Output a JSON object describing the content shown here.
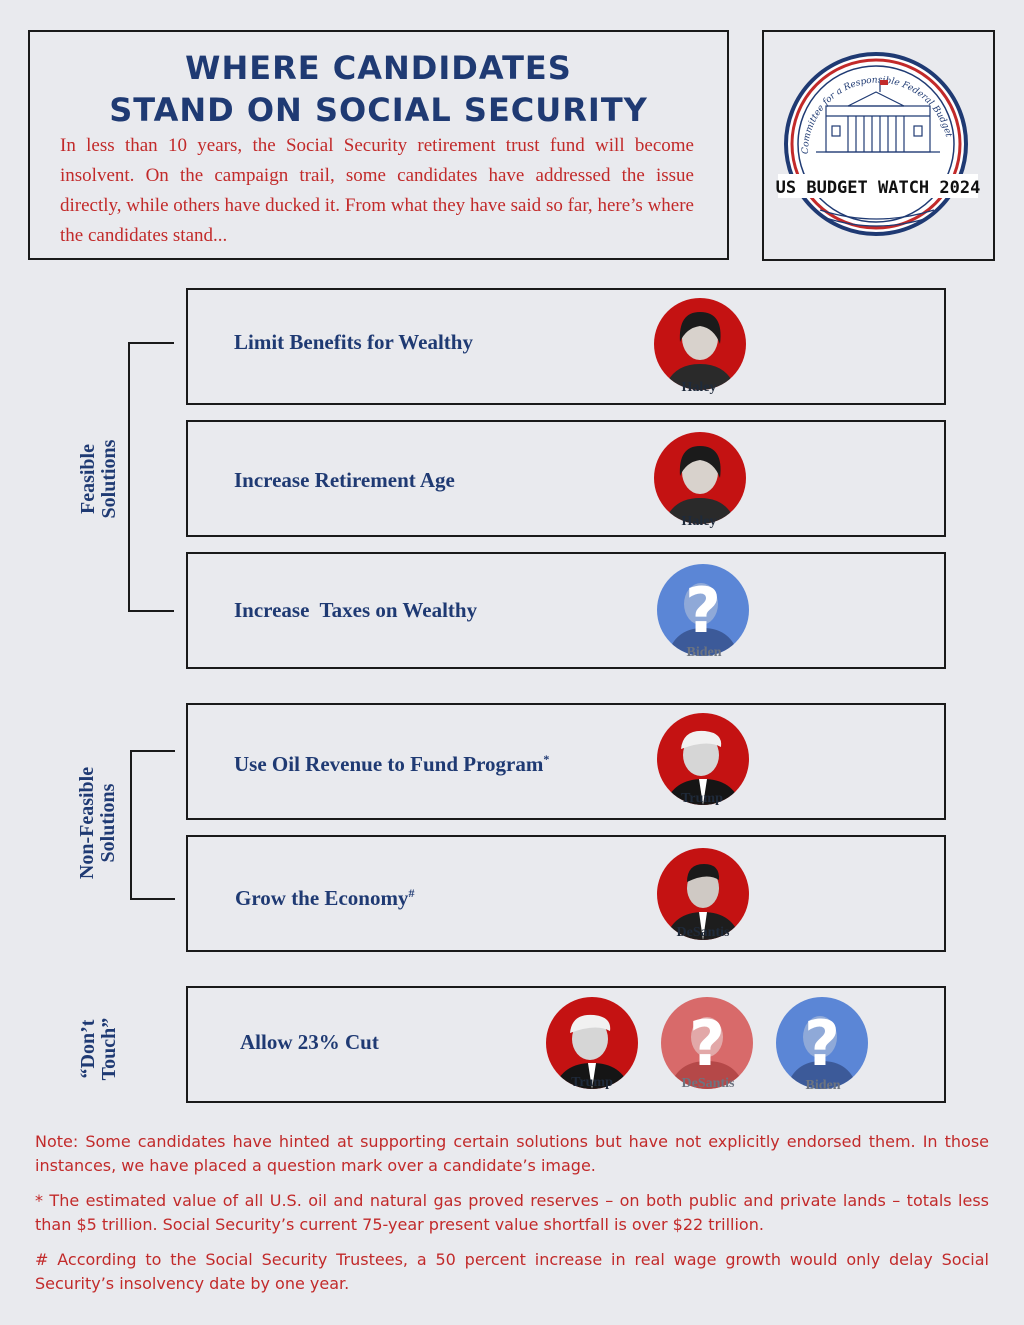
{
  "header": {
    "title_line1": "WHERE CANDIDATES",
    "title_line2": "STAND ON SOCIAL SECURITY",
    "intro": "In less than 10 years, the Social Security retirement trust fund will become insolvent. On the campaign trail, some candidates have addressed the issue directly, while others have ducked it. From what they have said so far, here’s where the candidates stand..."
  },
  "logo": {
    "ring_text": "Committee for a Responsible Federal Budget",
    "name": "US BUDGET WATCH 2024"
  },
  "groups": [
    {
      "label_line1": "Feasible",
      "label_line2": "Solutions"
    },
    {
      "label_line1": "Non-Feasible",
      "label_line2": "Solutions"
    },
    {
      "label_line1": "“Don’t",
      "label_line2": "Touch”"
    }
  ],
  "rows": [
    {
      "label": "Limit Benefits for Wealthy",
      "candidates": [
        {
          "name": "Haley",
          "uncertain": false
        }
      ]
    },
    {
      "label": "Increase Retirement Age",
      "candidates": [
        {
          "name": "Haley",
          "uncertain": false
        }
      ]
    },
    {
      "label": "Increase  Taxes on Wealthy",
      "candidates": [
        {
          "name": "Biden",
          "uncertain": true
        }
      ]
    },
    {
      "label": "Use Oil Revenue to Fund Program",
      "mark": "*",
      "candidates": [
        {
          "name": "Trump",
          "uncertain": false
        }
      ]
    },
    {
      "label": "Grow the Economy",
      "mark": "#",
      "candidates": [
        {
          "name": "DeSantis",
          "uncertain": false
        }
      ]
    },
    {
      "label": "Allow 23% Cut",
      "candidates": [
        {
          "name": "Trump",
          "uncertain": false
        },
        {
          "name": "DeSantis",
          "uncertain": true
        },
        {
          "name": "Biden",
          "uncertain": true
        }
      ]
    }
  ],
  "question_mark": "?",
  "notes": [
    "Note: Some candidates have hinted at supporting certain solutions but have not explicitly endorsed them. In those instances, we have placed a question mark over a candidate’s image.",
    "* The estimated value of all U.S. oil and natural gas proved reserves – on both public and private lands – totals less than $5 trillion. Social Security’s current 75-year present value shortfall is over $22 trillion.",
    "# According to the Social Security Trustees, a 50 percent increase in real wage growth would only delay Social Security’s insolvency date by one year."
  ],
  "colors": {
    "navy": "#1f3a73",
    "red": "#c22a2a",
    "portrait_red": "#c41212",
    "portrait_blue": "#5b86d6",
    "portrait_faded_red": "#d86a6a",
    "background": "#e9eaee"
  }
}
